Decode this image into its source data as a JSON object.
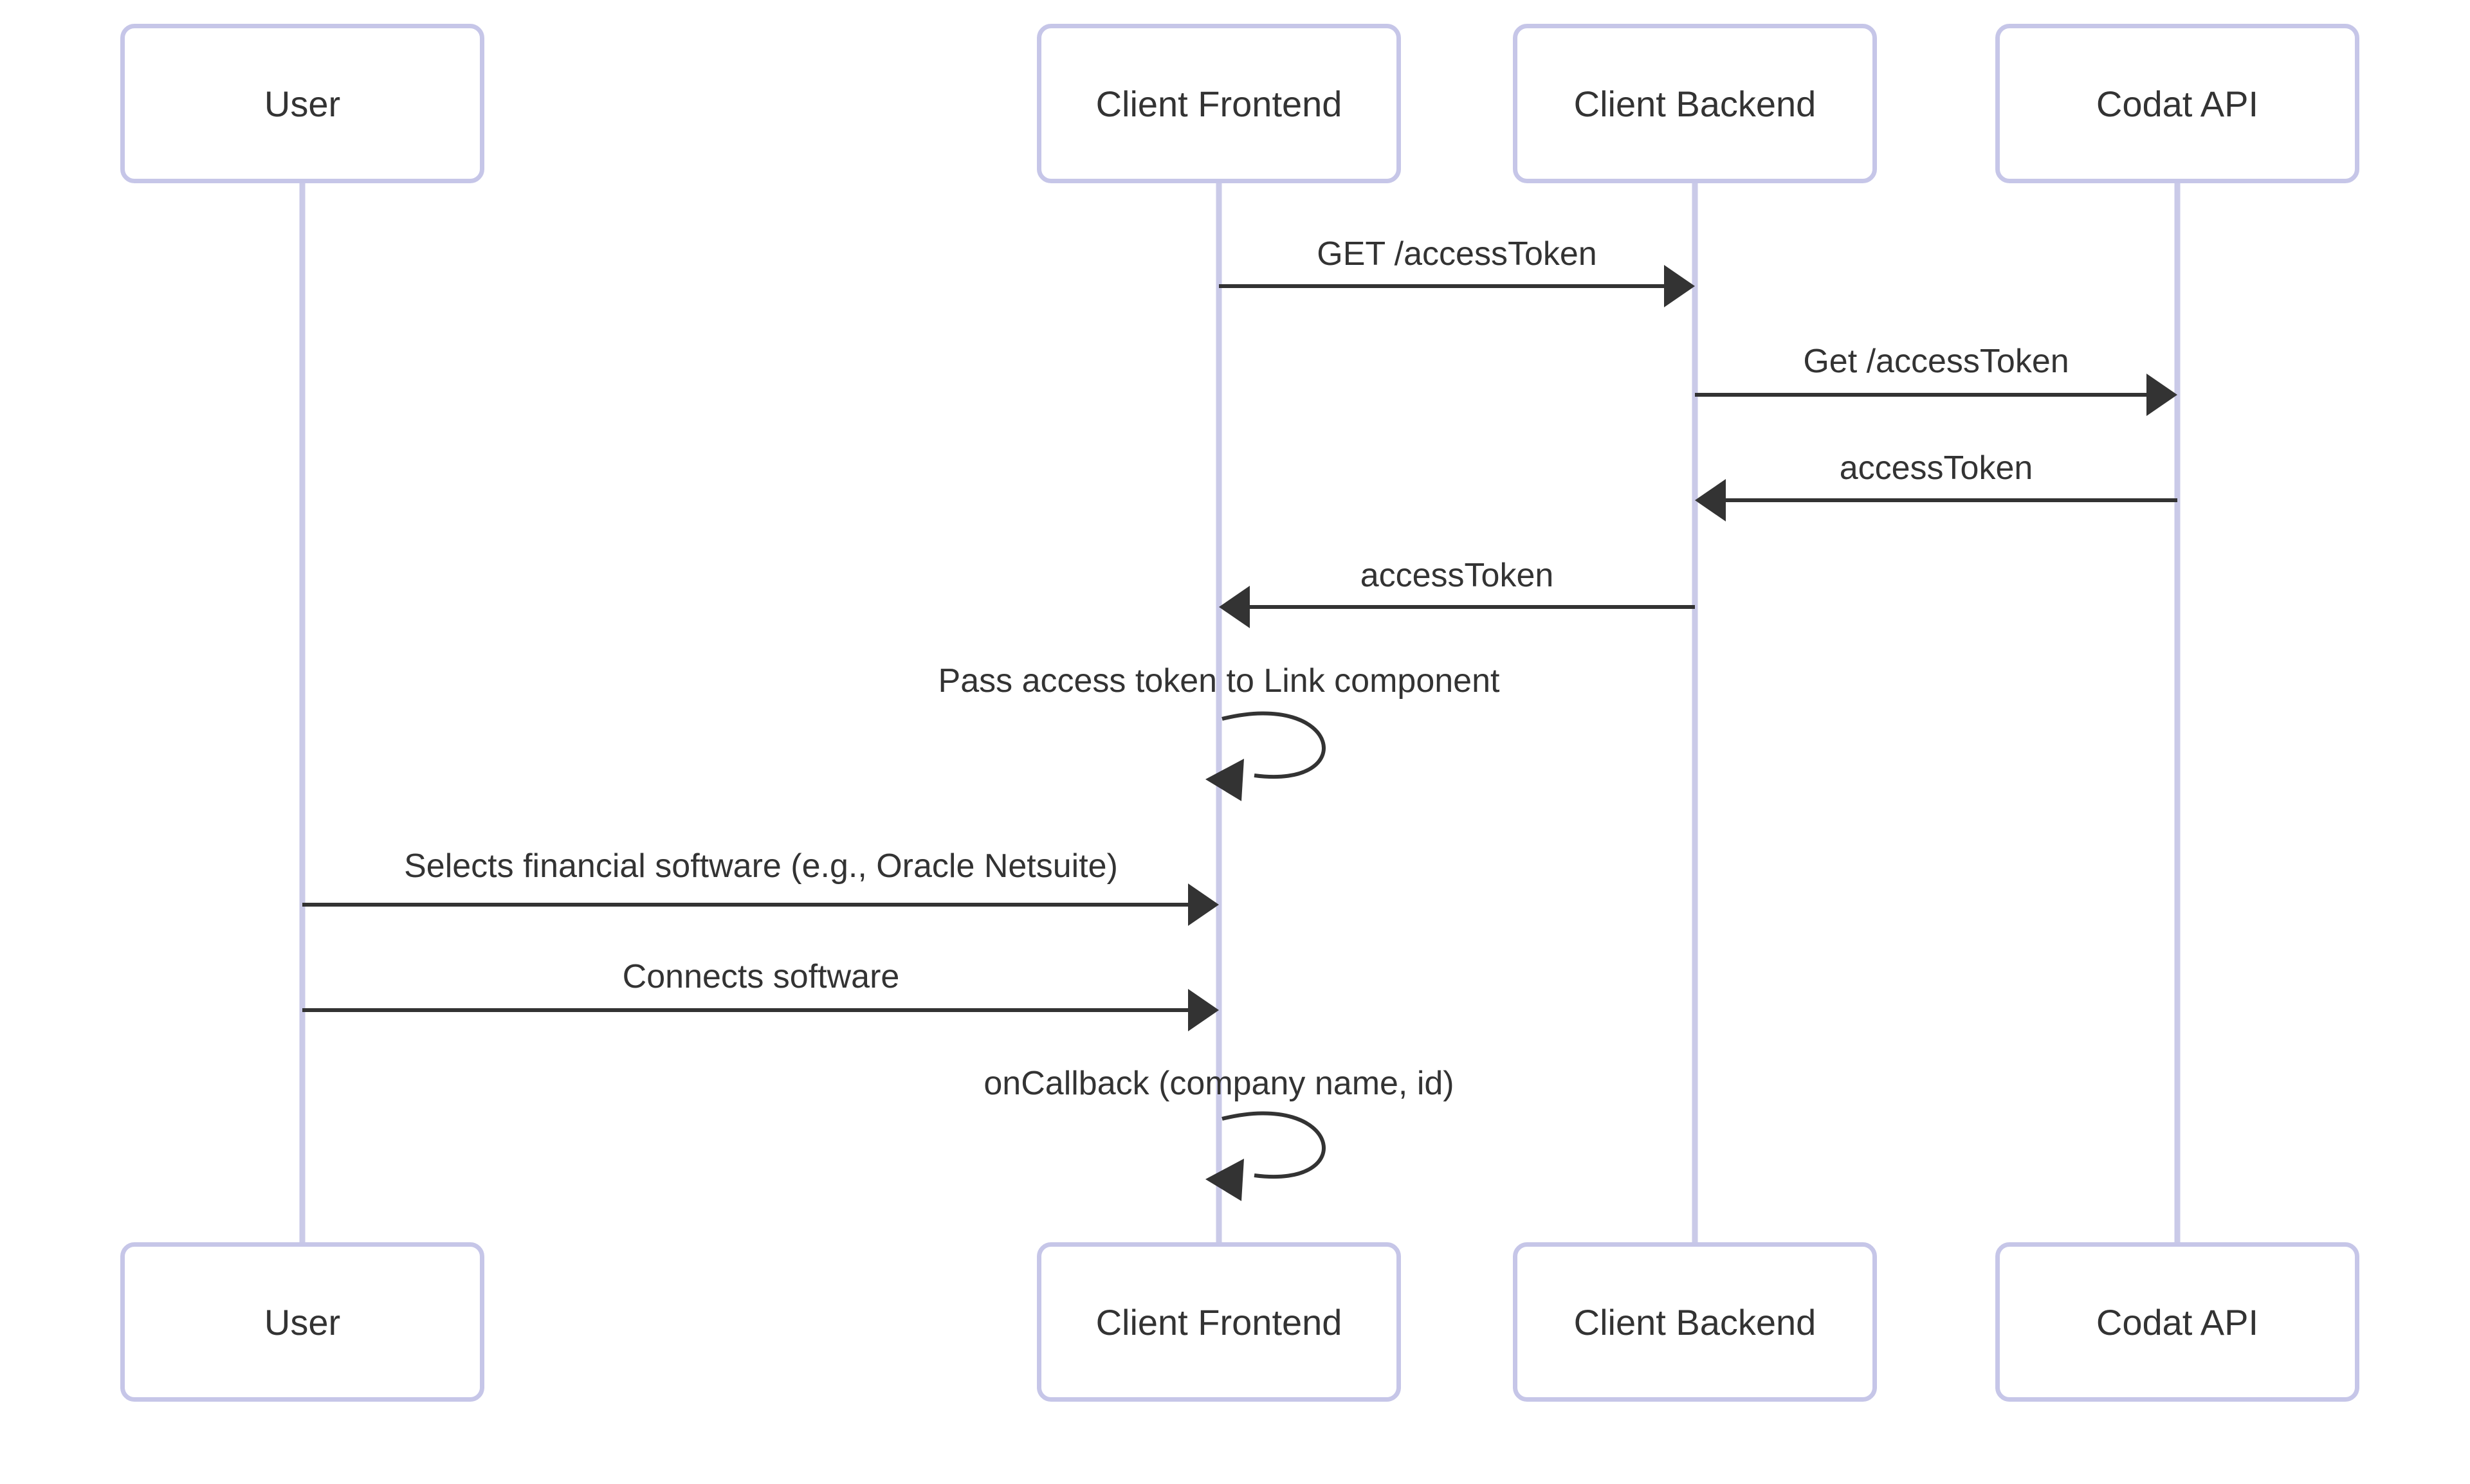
{
  "diagram": {
    "type": "sequence-diagram",
    "actors": [
      {
        "id": "user",
        "label": "User"
      },
      {
        "id": "client-frontend",
        "label": "Client Frontend"
      },
      {
        "id": "client-backend",
        "label": "Client Backend"
      },
      {
        "id": "codat-api",
        "label": "Codat API"
      }
    ],
    "messages": [
      {
        "from": "client-frontend",
        "to": "client-backend",
        "label": "GET /accessToken",
        "style": "solid-arrow"
      },
      {
        "from": "client-backend",
        "to": "codat-api",
        "label": "Get /accessToken",
        "style": "solid-arrow"
      },
      {
        "from": "codat-api",
        "to": "client-backend",
        "label": "accessToken",
        "style": "solid-arrow"
      },
      {
        "from": "client-backend",
        "to": "client-frontend",
        "label": "accessToken",
        "style": "solid-arrow"
      },
      {
        "from": "client-frontend",
        "to": "client-frontend",
        "label": "Pass access token to Link component",
        "style": "self-loop"
      },
      {
        "from": "user",
        "to": "client-frontend",
        "label": "Selects financial software (e.g., Oracle Netsuite)",
        "style": "solid-arrow"
      },
      {
        "from": "user",
        "to": "client-frontend",
        "label": "Connects software",
        "style": "solid-arrow"
      },
      {
        "from": "client-frontend",
        "to": "client-frontend",
        "label": "onCallback (company name, id)",
        "style": "self-loop"
      }
    ],
    "colors": {
      "background": "#ffffff",
      "actor_fill": "#ffffff",
      "actor_border": "#c6c6e8",
      "lifeline": "#cacae8",
      "arrow": "#333333",
      "text": "#333333"
    }
  }
}
